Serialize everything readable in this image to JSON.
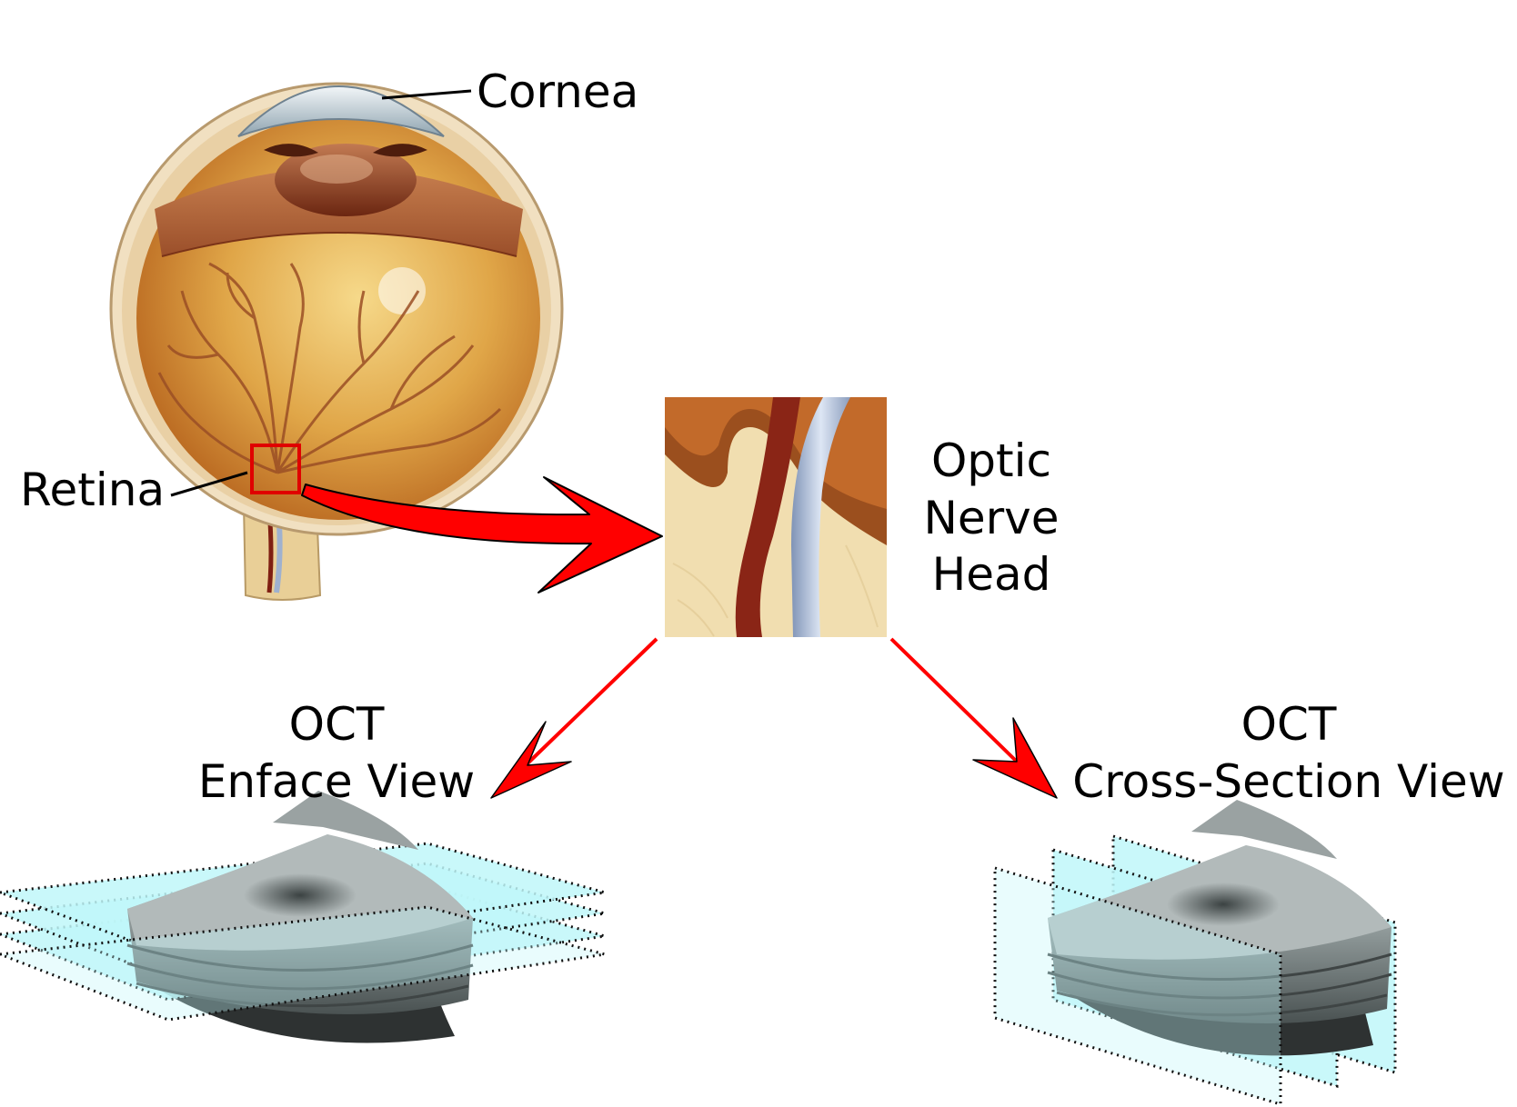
{
  "labels": {
    "cornea": "Cornea",
    "retina": "Retina",
    "optic_nerve_head": [
      "Optic",
      "Nerve",
      "Head"
    ],
    "enface": [
      "OCT",
      "Enface View"
    ],
    "cross_section": [
      "OCT",
      "Cross-Section View"
    ]
  },
  "colors": {
    "arrow_red": "#ff0000",
    "highlight_box": "#e00000",
    "plane_fill": "#bff7f9",
    "tissue_gray": "#8f9a9a",
    "tissue_dark": "#333838",
    "eye_orange": "#c9782a",
    "eye_gold": "#e7b35a"
  }
}
